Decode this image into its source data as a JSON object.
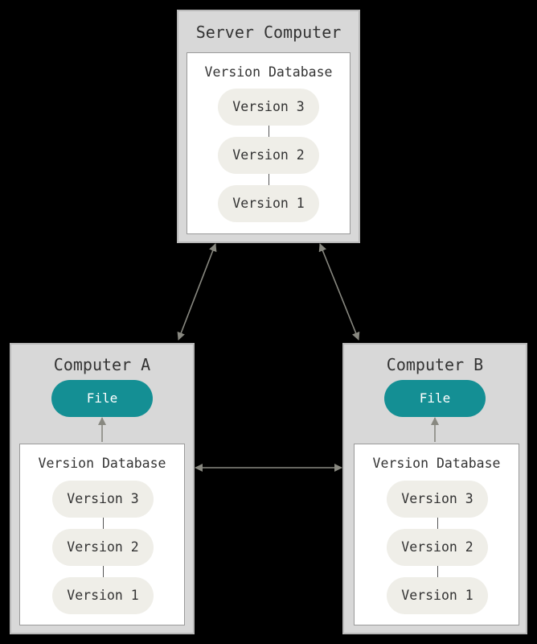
{
  "server": {
    "title": "Server Computer",
    "database": {
      "title": "Version Database",
      "versions": [
        "Version 3",
        "Version 2",
        "Version 1"
      ]
    }
  },
  "computer_a": {
    "title": "Computer A",
    "file_label": "File",
    "database": {
      "title": "Version Database",
      "versions": [
        "Version 3",
        "Version 2",
        "Version 1"
      ]
    }
  },
  "computer_b": {
    "title": "Computer B",
    "file_label": "File",
    "database": {
      "title": "Version Database",
      "versions": [
        "Version 3",
        "Version 2",
        "Version 1"
      ]
    }
  },
  "colors": {
    "background": "#000000",
    "box_fill": "#d8d8d8",
    "box_border": "#b9b9b9",
    "version_pill": "#efeee8",
    "file_pill": "#148f94",
    "arrow": "#888880"
  }
}
